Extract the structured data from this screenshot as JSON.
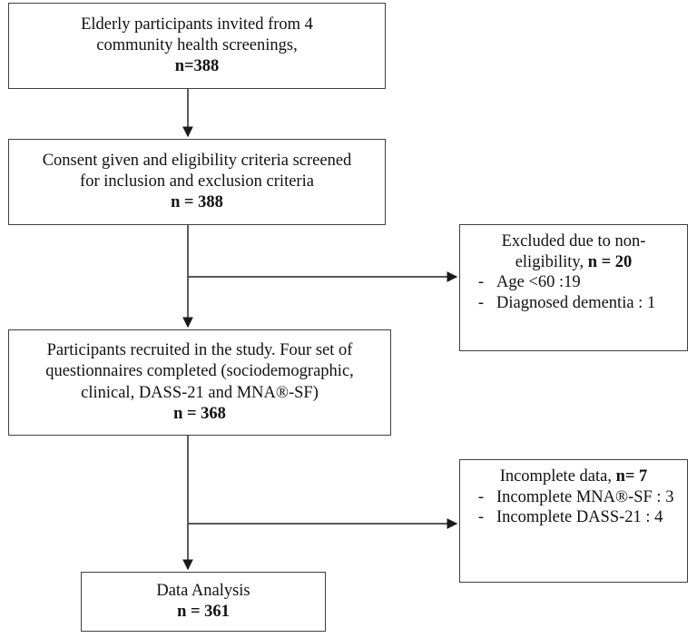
{
  "diagram": {
    "type": "flowchart",
    "title": "Participant recruitment flow diagram",
    "line_color": "#3f3f3f",
    "text_color": "#111111",
    "background": "#ffffff"
  },
  "nodes": {
    "invited": {
      "line1": "Elderly participants invited from 4",
      "line2": "community health screenings,",
      "count": "n=388"
    },
    "consent": {
      "line1": "Consent given and eligibility criteria screened",
      "line2": "for inclusion and exclusion criteria",
      "count": "n = 388"
    },
    "recruited": {
      "line1": "Participants recruited in the study. Four set of",
      "line2": "questionnaires completed (sociodemographic,",
      "line3": "clinical, DASS-21 and MNA®-SF)",
      "count": "n = 368"
    },
    "analysis": {
      "line1": "Data Analysis",
      "count": "n = 361"
    },
    "excluded": {
      "head_line1": "Excluded due to non-",
      "head_line2_text": "eligibility, ",
      "head_line2_count": "n = 20",
      "bullets": [
        {
          "dash": "-",
          "text": "Age <60 :19"
        },
        {
          "dash": "-",
          "text": "Diagnosed dementia : 1"
        }
      ]
    },
    "incomplete": {
      "head_text": "Incomplete data, ",
      "head_count": "n= 7",
      "bullets": [
        {
          "dash": "-",
          "text": "Incomplete MNA®-SF : 3"
        },
        {
          "dash": "-",
          "text": "Incomplete DASS-21 : 4"
        }
      ]
    }
  },
  "connectors": [
    {
      "name": "invited-to-consent",
      "from": "invited",
      "to": "consent",
      "style": "arrow-down"
    },
    {
      "name": "consent-to-recruited",
      "from": "consent",
      "to": "recruited",
      "style": "arrow-down"
    },
    {
      "name": "consent-to-excluded",
      "from": "consent",
      "to": "excluded",
      "style": "arrow-right"
    },
    {
      "name": "recruited-to-analysis",
      "from": "recruited",
      "to": "analysis",
      "style": "arrow-down"
    },
    {
      "name": "recruited-to-incomplete",
      "from": "recruited",
      "to": "incomplete",
      "style": "arrow-right"
    }
  ]
}
